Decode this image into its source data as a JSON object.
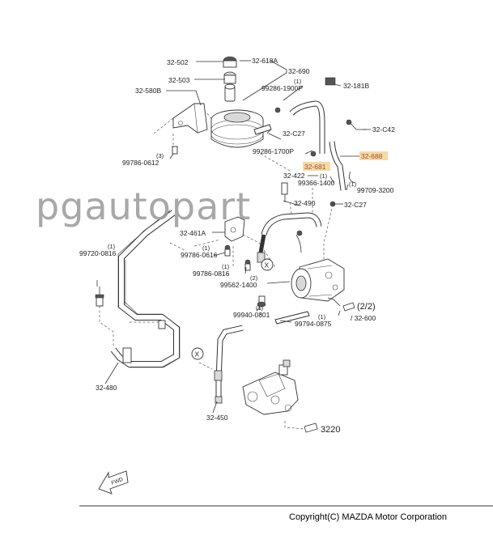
{
  "watermark": "pgautopart",
  "copyright": "Copyright(C) MAZDA Motor Corporation",
  "colors": {
    "highlight_fill": "#f6d9a6",
    "highlight_text": "#a0522d",
    "watermark": "#9a9a9a"
  },
  "labels": {
    "p32_502": "32-502",
    "p32_618A": "32-618A",
    "p32_690": "32-690",
    "p32_503": "32-503",
    "p32_181B": "32-181B",
    "p32_580B": "32-580B",
    "q_99286_1900": "(1)",
    "p99286_1900": "99286-1900P",
    "p32_C27_top": "32-C27",
    "p32_C42": "32-C42",
    "q_99786_0612": "(3)",
    "p99786_0612": "99786-0612",
    "p99286_1700": "99286-1700P",
    "p32_688": "32-688",
    "p32_681": "32-681",
    "p32_422": "32-422",
    "q_99366_1400": "(1)",
    "p99366_1400": "99366-1400",
    "p99709_3200": "99709-3200",
    "q_99709_3200": "(1)",
    "p32_490": "32-490",
    "p32_C27_mid": "32-C27",
    "p32_461A": "32-461A",
    "q_99720_0816": "(1)",
    "p99720_0816": "99720-0816",
    "q_99786_0616": "(1)",
    "p99786_0616": "99786-0616",
    "q_99786_0816": "(1)",
    "p99786_0816": "99786-0816",
    "marker_x": "X",
    "q_99562_1400": "(2)",
    "p99562_1400": "99562-1400",
    "ref_2_2": "(2/2)",
    "ref_32_600": "/ 32-600",
    "q_99940_0801": "(1)",
    "p99940_0801": "99940-0801",
    "q_99794_0875": "(1)",
    "p99794_0875": "99794-0875",
    "p32_480": "32-480",
    "p32_450": "32-450",
    "ref_3220": "3220",
    "fwd": "FWD"
  }
}
